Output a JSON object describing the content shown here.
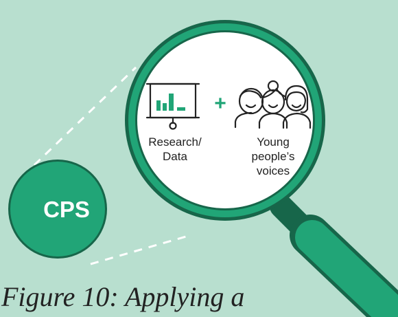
{
  "diagram": {
    "center_label": "CPS",
    "operator": "+",
    "left_item": {
      "icon": "presentation-chart-icon",
      "label_lines": [
        "Research/",
        "Data"
      ]
    },
    "right_item": {
      "icon": "young-people-group-icon",
      "label_lines": [
        "Young",
        "people’s",
        "voices"
      ]
    },
    "colors": {
      "background": "#b8dfcf",
      "accent": "#21a577",
      "ring_dark": "#17664a",
      "lens_fill": "#ffffff",
      "icon_stroke": "#222222",
      "dashed_line": "#ffffff"
    }
  },
  "caption": "Figure 10: Applying a"
}
